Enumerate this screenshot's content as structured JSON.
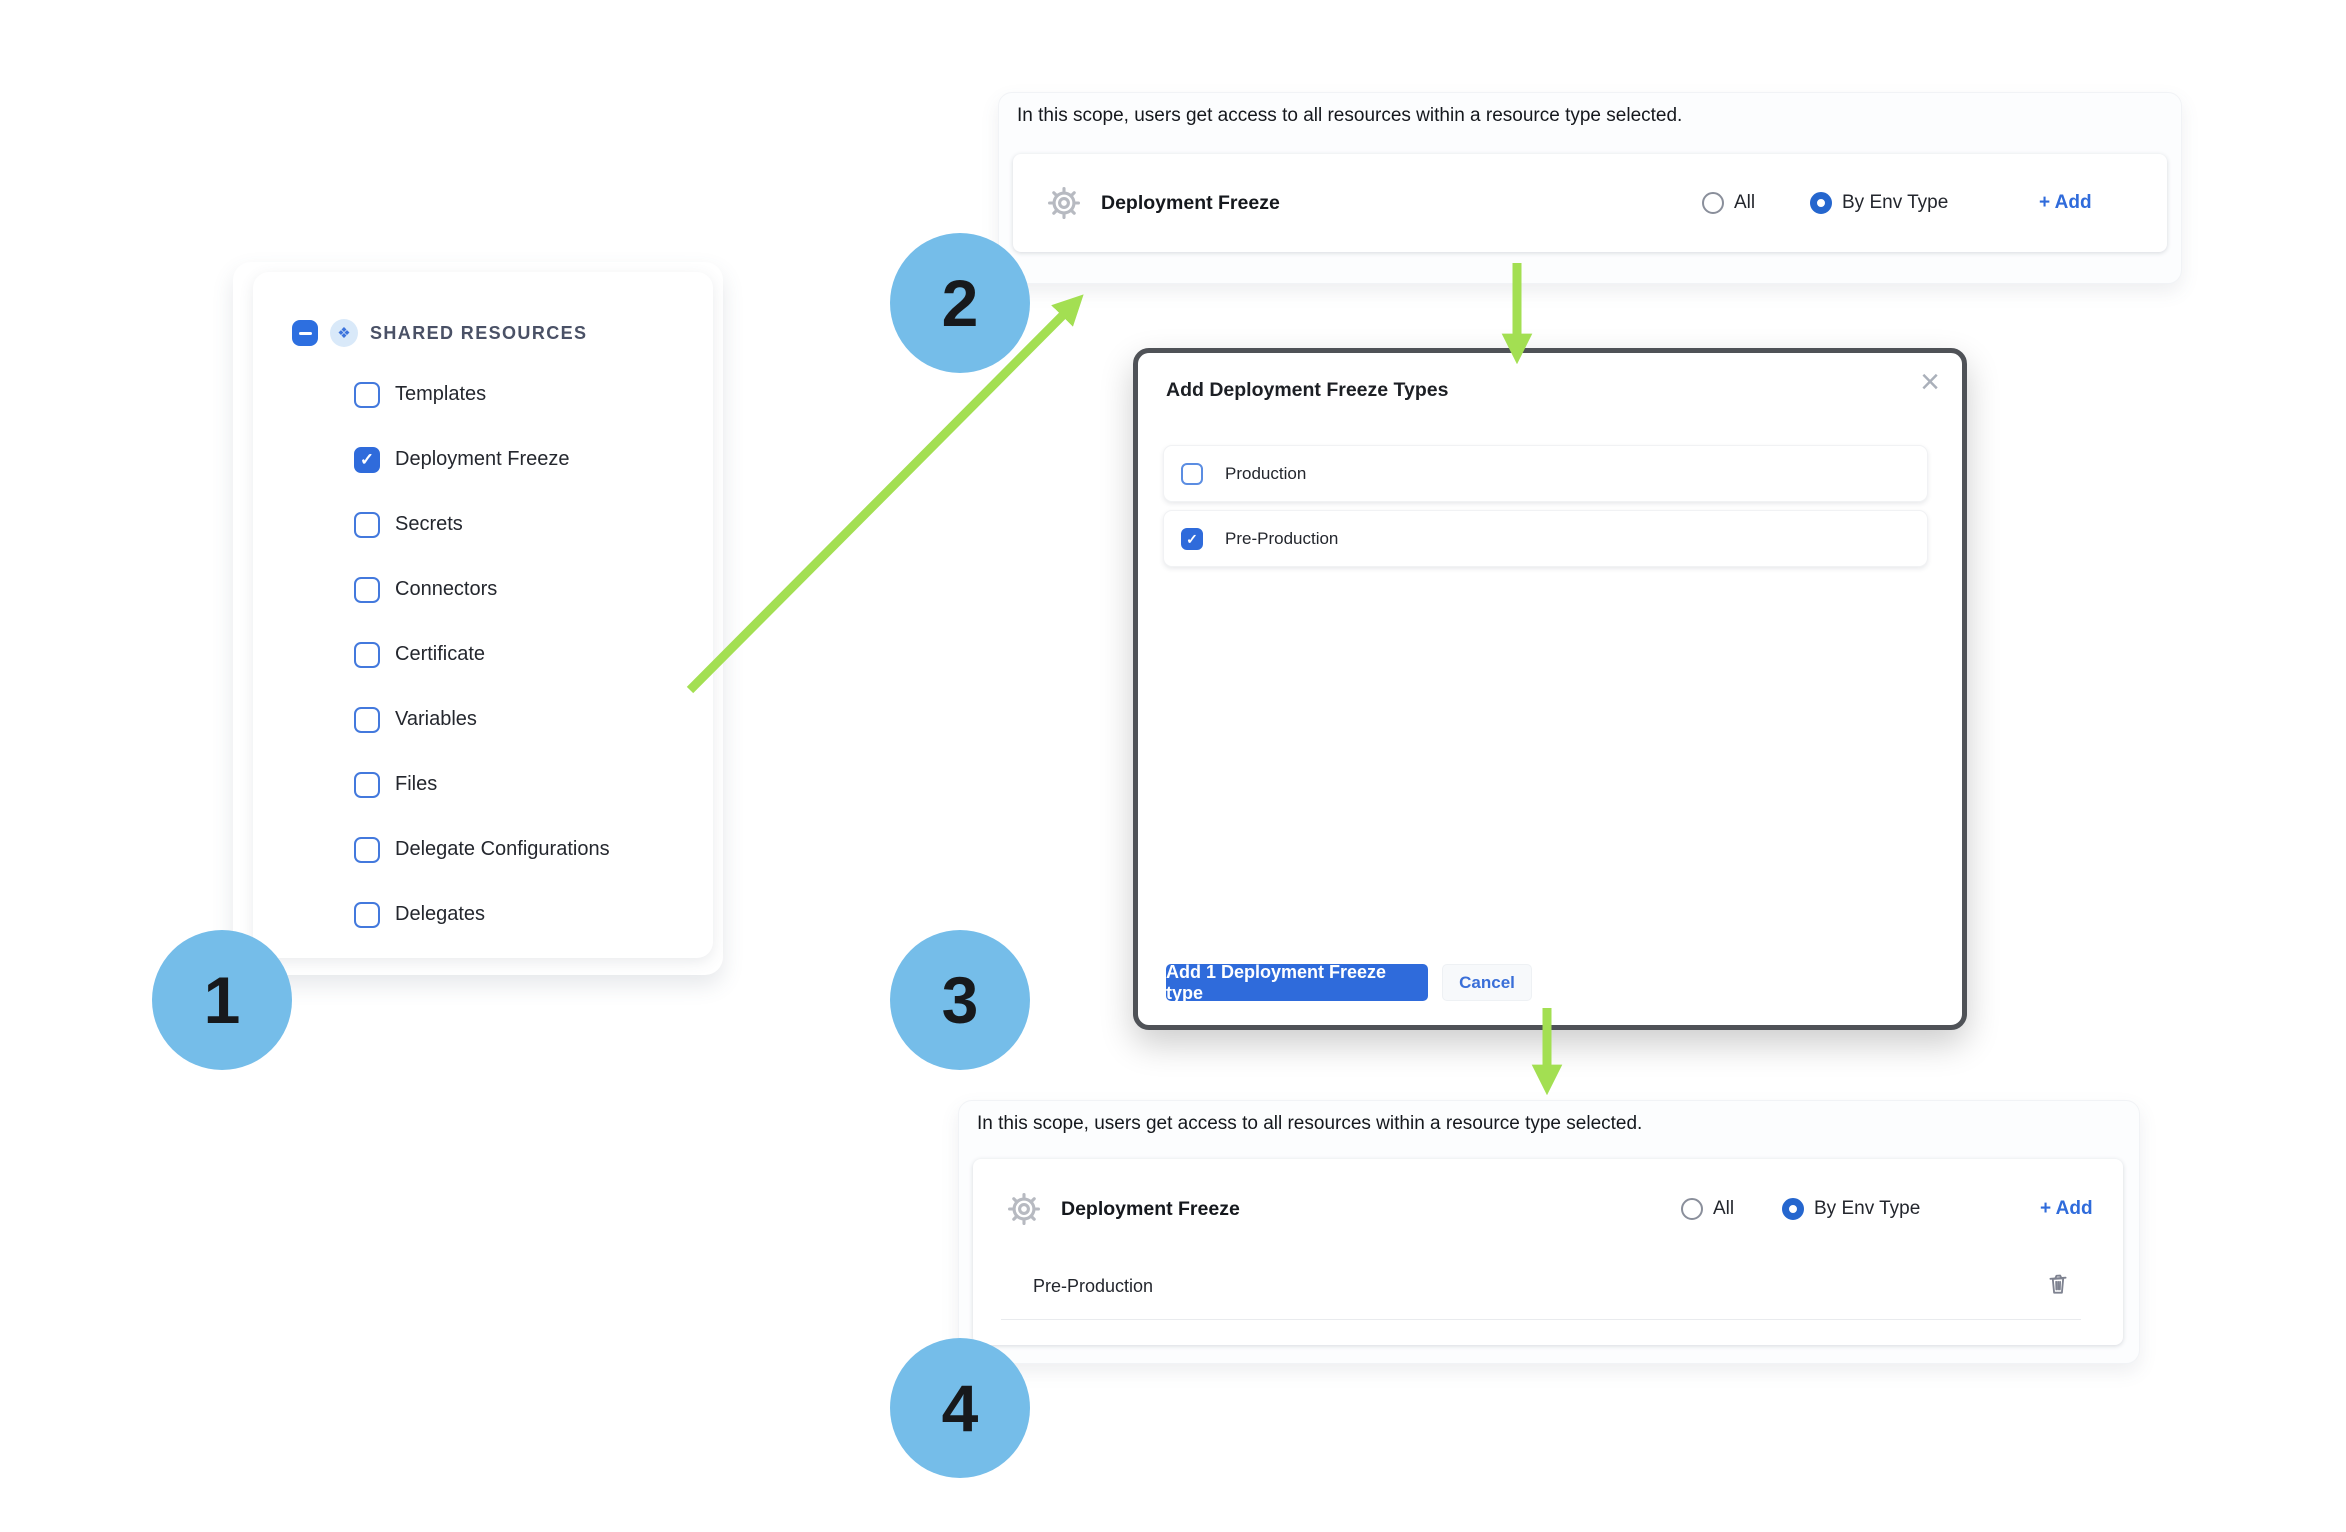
{
  "glyphs": {
    "group_icon": "❖",
    "close": "×"
  },
  "colors": {
    "accent_blue": "#2f6bdb",
    "step_circle_blue": "#75bde9",
    "arrow_green": "#a3df52"
  },
  "steps": {
    "s1": "1",
    "s2": "2",
    "s3": "3",
    "s4": "4"
  },
  "sidebar": {
    "title": "SHARED RESOURCES",
    "items": [
      {
        "label": "Templates",
        "checked": false
      },
      {
        "label": "Deployment Freeze",
        "checked": true
      },
      {
        "label": "Secrets",
        "checked": false
      },
      {
        "label": "Connectors",
        "checked": false
      },
      {
        "label": "Certificate",
        "checked": false
      },
      {
        "label": "Variables",
        "checked": false
      },
      {
        "label": "Files",
        "checked": false
      },
      {
        "label": "Delegate Configurations",
        "checked": false
      },
      {
        "label": "Delegates",
        "checked": false
      }
    ]
  },
  "scope_top": {
    "description": "In this scope, users get access to all resources within a resource type selected.",
    "row": {
      "label": "Deployment Freeze",
      "option_all": "All",
      "option_by_env": "By Env Type",
      "selected": "By Env Type",
      "add": "+ Add"
    }
  },
  "modal": {
    "title": "Add Deployment Freeze Types",
    "options": [
      {
        "label": "Production",
        "checked": false
      },
      {
        "label": "Pre-Production",
        "checked": true
      }
    ],
    "primary": "Add 1 Deployment Freeze type",
    "cancel": "Cancel"
  },
  "scope_bottom": {
    "description": "In this scope, users get access to all resources within a resource type selected.",
    "row": {
      "label": "Deployment Freeze",
      "option_all": "All",
      "option_by_env": "By Env Type",
      "selected": "By Env Type",
      "add": "+ Add"
    },
    "env_types": [
      {
        "label": "Pre-Production"
      }
    ]
  }
}
